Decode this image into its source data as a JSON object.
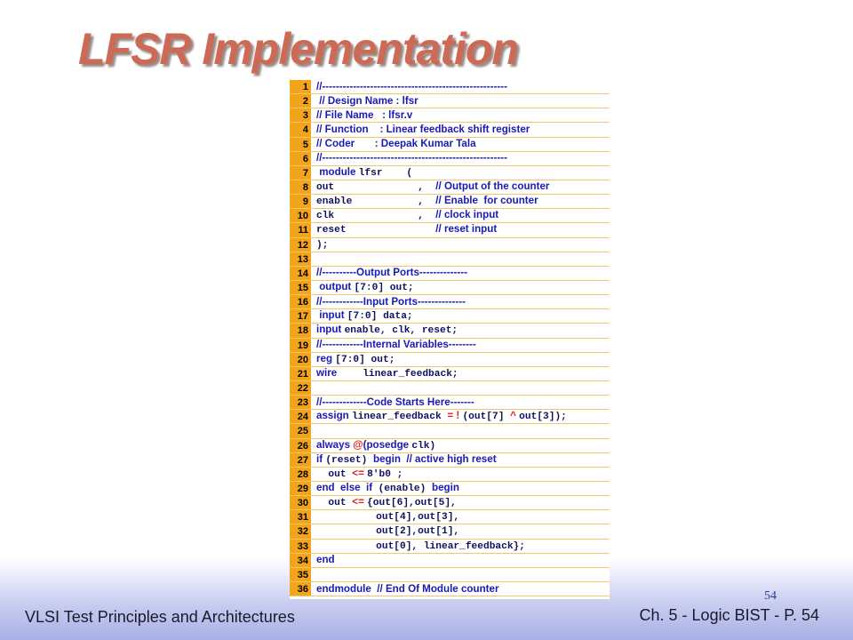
{
  "slide": {
    "title": "LFSR Implementation",
    "footer_left": "VLSI Test Principles and Architectures",
    "footer_right_prefix": "Ch. 5 - Logic BIST - P.",
    "footer_right_page": "54",
    "page_number_small": "54"
  },
  "code_lines": [
    {
      "n": "1",
      "parts": [
        {
          "t": "//------------------------------------------------------",
          "s": "c"
        }
      ]
    },
    {
      "n": "2",
      "parts": [
        {
          "t": " // Design Name : lfsr",
          "s": "c"
        }
      ]
    },
    {
      "n": "3",
      "parts": [
        {
          "t": "// File Name   : lfsr.v",
          "s": "c"
        }
      ]
    },
    {
      "n": "4",
      "parts": [
        {
          "t": "// Function    : Linear feedback shift register",
          "s": "c"
        }
      ]
    },
    {
      "n": "5",
      "parts": [
        {
          "t": "// Coder       : Deepak Kumar Tala",
          "s": "c"
        }
      ]
    },
    {
      "n": "6",
      "parts": [
        {
          "t": "//------------------------------------------------------",
          "s": "c"
        }
      ]
    },
    {
      "n": "7",
      "parts": [
        {
          "t": " module ",
          "s": "k"
        },
        {
          "t": "lfsr    (",
          "s": "m"
        }
      ]
    },
    {
      "n": "8",
      "parts": [
        {
          "t": "out              ,  ",
          "s": "m"
        },
        {
          "t": "// Output of the counter",
          "s": "c"
        }
      ]
    },
    {
      "n": "9",
      "parts": [
        {
          "t": "enable           ,  ",
          "s": "m"
        },
        {
          "t": "// Enable  for counter",
          "s": "c"
        }
      ]
    },
    {
      "n": "10",
      "parts": [
        {
          "t": "clk              ,  ",
          "s": "m"
        },
        {
          "t": "// clock input",
          "s": "c"
        }
      ]
    },
    {
      "n": "11",
      "parts": [
        {
          "t": "reset               ",
          "s": "m"
        },
        {
          "t": "// reset input",
          "s": "c"
        }
      ]
    },
    {
      "n": "12",
      "parts": [
        {
          "t": ");",
          "s": "m"
        }
      ]
    },
    {
      "n": "13",
      "parts": []
    },
    {
      "n": "14",
      "parts": [
        {
          "t": "//----------Output Ports--------------",
          "s": "c"
        }
      ]
    },
    {
      "n": "15",
      "parts": [
        {
          "t": " output ",
          "s": "k"
        },
        {
          "t": "[7:0] out;",
          "s": "m"
        }
      ]
    },
    {
      "n": "16",
      "parts": [
        {
          "t": "//------------Input Ports--------------",
          "s": "c"
        }
      ]
    },
    {
      "n": "17",
      "parts": [
        {
          "t": " input ",
          "s": "k"
        },
        {
          "t": "[7:0] data;",
          "s": "m"
        }
      ]
    },
    {
      "n": "18",
      "parts": [
        {
          "t": "input ",
          "s": "k"
        },
        {
          "t": "enable, clk, reset;",
          "s": "m"
        }
      ]
    },
    {
      "n": "19",
      "parts": [
        {
          "t": "//------------Internal Variables--------",
          "s": "c"
        }
      ]
    },
    {
      "n": "20",
      "parts": [
        {
          "t": "reg ",
          "s": "k"
        },
        {
          "t": "[7:0] out;",
          "s": "m"
        }
      ]
    },
    {
      "n": "21",
      "parts": [
        {
          "t": "wire         ",
          "s": "k"
        },
        {
          "t": "linear_feedback;",
          "s": "m"
        }
      ]
    },
    {
      "n": "22",
      "parts": []
    },
    {
      "n": "23",
      "parts": [
        {
          "t": "//-------------Code Starts Here-------",
          "s": "c"
        }
      ]
    },
    {
      "n": "24",
      "parts": [
        {
          "t": "assign ",
          "s": "k"
        },
        {
          "t": "linear_feedback ",
          "s": "m"
        },
        {
          "t": "= ! ",
          "s": "r"
        },
        {
          "t": "(out[7] ",
          "s": "m"
        },
        {
          "t": "^ ",
          "s": "r"
        },
        {
          "t": "out[3]);",
          "s": "m"
        }
      ]
    },
    {
      "n": "25",
      "parts": []
    },
    {
      "n": "26",
      "parts": [
        {
          "t": "always ",
          "s": "k"
        },
        {
          "t": "@",
          "s": "r"
        },
        {
          "t": "(posedge ",
          "s": "k"
        },
        {
          "t": "clk)",
          "s": "m"
        }
      ]
    },
    {
      "n": "27",
      "parts": [
        {
          "t": "if ",
          "s": "k"
        },
        {
          "t": "(reset) ",
          "s": "m"
        },
        {
          "t": "begin  ",
          "s": "k"
        },
        {
          "t": "// active high reset",
          "s": "c"
        }
      ]
    },
    {
      "n": "28",
      "parts": [
        {
          "t": "  out ",
          "s": "m"
        },
        {
          "t": "<= ",
          "s": "r"
        },
        {
          "t": "8'b0 ;",
          "s": "m"
        }
      ]
    },
    {
      "n": "29",
      "parts": [
        {
          "t": "end  else  if  ",
          "s": "k"
        },
        {
          "t": "(enable) ",
          "s": "m"
        },
        {
          "t": "begin",
          "s": "k"
        }
      ]
    },
    {
      "n": "30",
      "parts": [
        {
          "t": "  out ",
          "s": "m"
        },
        {
          "t": "<= ",
          "s": "r"
        },
        {
          "t": "{out[6],out[5],",
          "s": "m"
        }
      ]
    },
    {
      "n": "31",
      "parts": [
        {
          "t": "          out[4],out[3],",
          "s": "m"
        }
      ]
    },
    {
      "n": "32",
      "parts": [
        {
          "t": "          out[2],out[1],",
          "s": "m"
        }
      ]
    },
    {
      "n": "33",
      "parts": [
        {
          "t": "          out[0], linear_feedback};",
          "s": "m"
        }
      ]
    },
    {
      "n": "34",
      "parts": [
        {
          "t": "end",
          "s": "k"
        }
      ]
    },
    {
      "n": "35",
      "parts": []
    },
    {
      "n": "36",
      "parts": [
        {
          "t": "endmodule  ",
          "s": "k"
        },
        {
          "t": "// End Of Module counter",
          "s": "c"
        }
      ]
    }
  ],
  "colors": {
    "title": "#cd6a55",
    "line_number_bg": "#f2a51b",
    "code_text": "#1a1ab4",
    "operator": "#e02020",
    "footer_gradient_end": "#a9b0e6"
  }
}
